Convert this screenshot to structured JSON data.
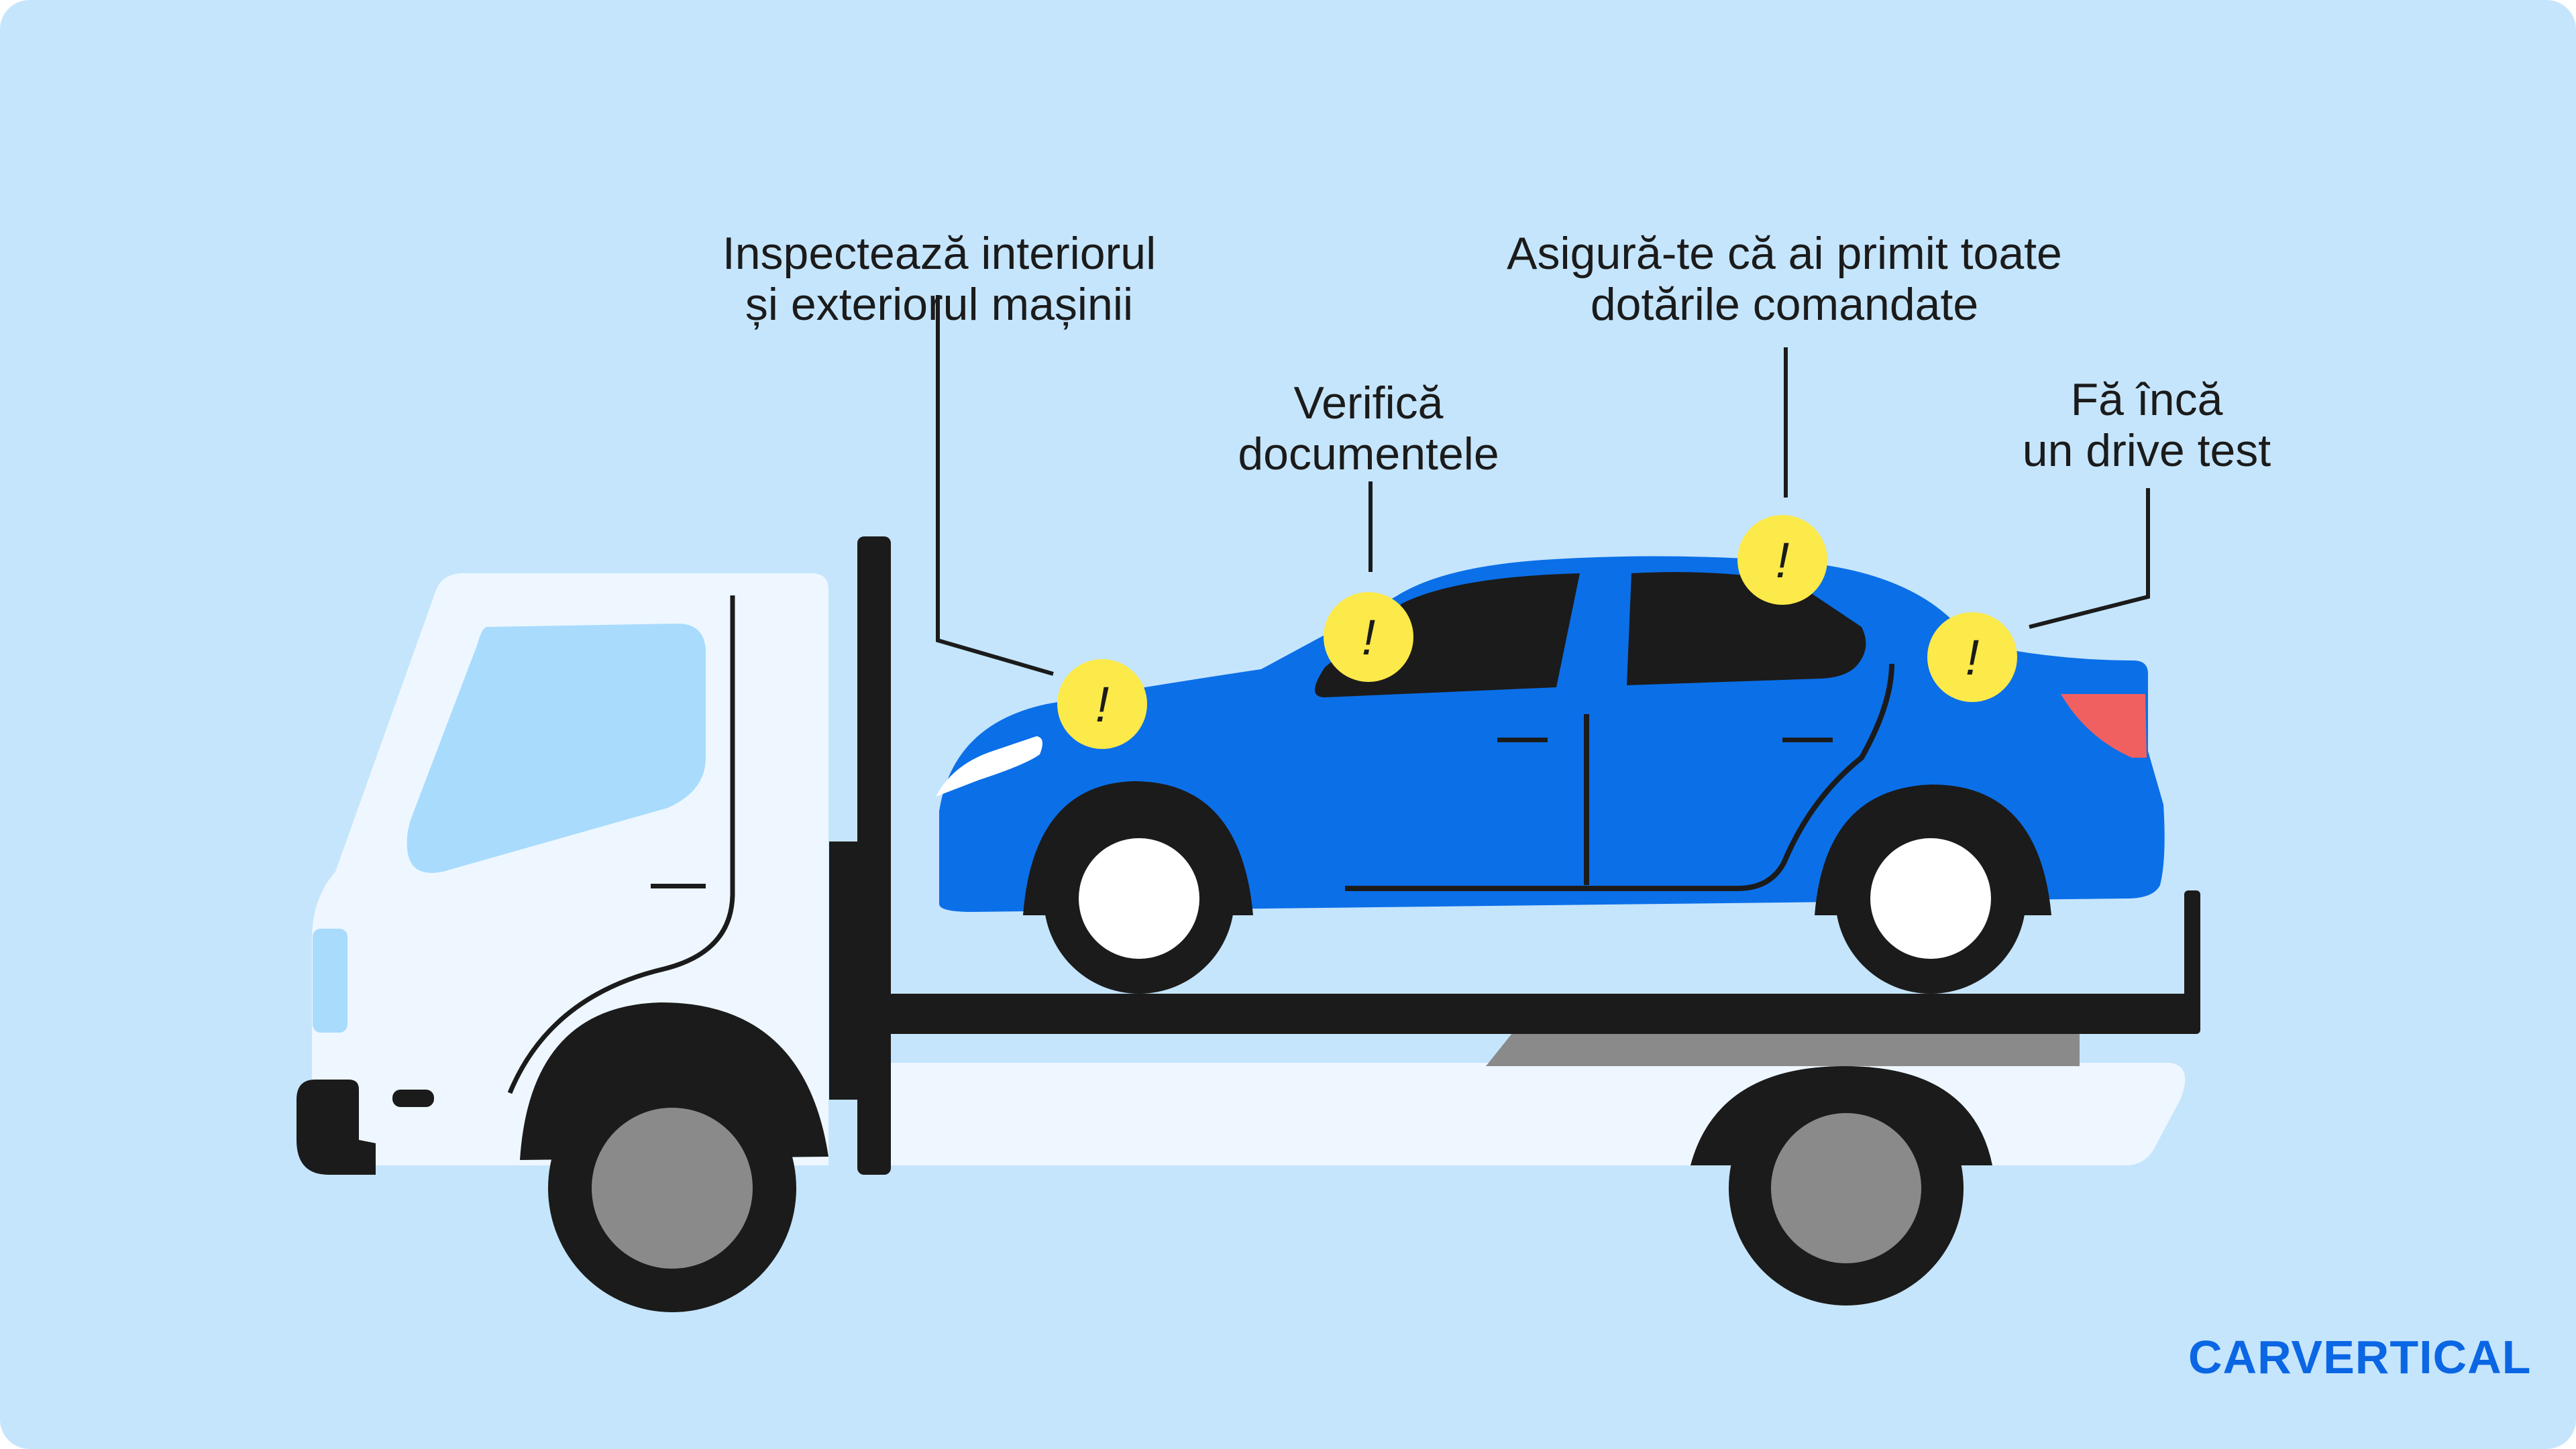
{
  "callouts": {
    "interior": {
      "line1": "Inspectează interiorul",
      "line2": "și exteriorul mașinii"
    },
    "documents": {
      "line1": "Verifică",
      "line2": "documentele"
    },
    "equipment": {
      "line1": "Asigură-te că ai primit toate",
      "line2": "dotările comandate"
    },
    "drive": {
      "line1": "Fă încă",
      "line2": "un drive test"
    }
  },
  "markers": {
    "symbol": "!"
  },
  "brand": {
    "logo_text": "CARVERTICAL"
  },
  "colors": {
    "background": "#c5e5fc",
    "car_body": "#0b6fe8",
    "truck_body": "#eef7ff",
    "marker": "#fce94a",
    "brand": "#0b66e4"
  },
  "icons": [
    "tow-truck-icon",
    "car-icon",
    "warning-marker-icon"
  ]
}
